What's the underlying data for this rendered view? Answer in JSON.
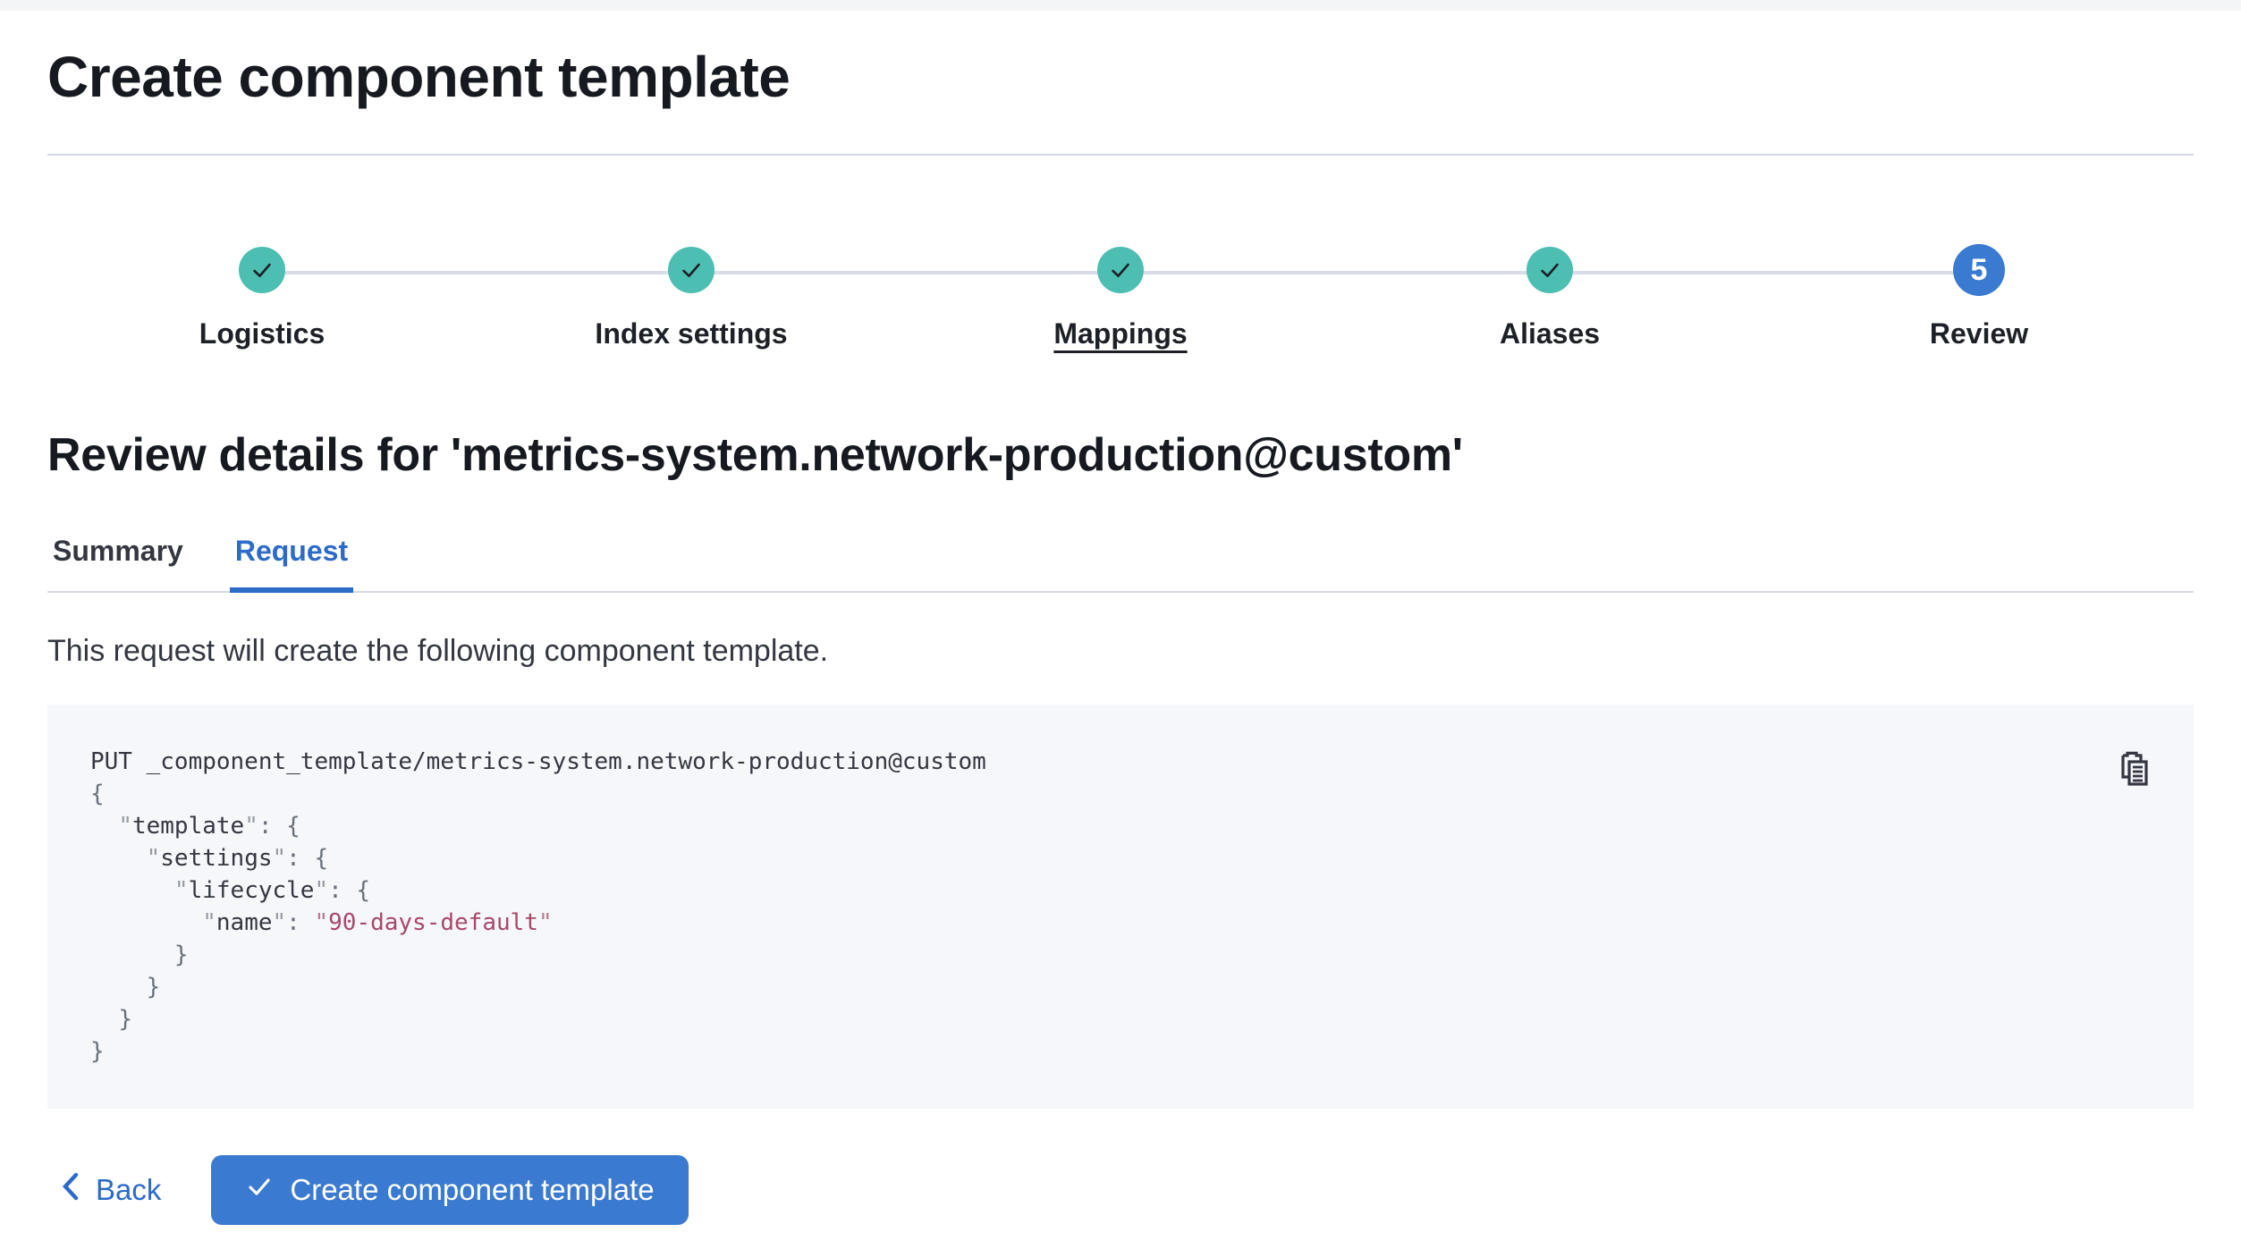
{
  "page": {
    "title": "Create component template"
  },
  "stepper": {
    "steps": [
      {
        "label": "Logistics",
        "state": "complete"
      },
      {
        "label": "Index settings",
        "state": "complete"
      },
      {
        "label": "Mappings",
        "state": "complete",
        "underline": true
      },
      {
        "label": "Aliases",
        "state": "complete"
      },
      {
        "label": "Review",
        "state": "current",
        "number": "5"
      }
    ]
  },
  "review": {
    "heading": "Review details for 'metrics-system.network-production@custom'",
    "tabs": [
      {
        "label": "Summary",
        "active": false
      },
      {
        "label": "Request",
        "active": true
      }
    ],
    "description": "This request will create the following component template."
  },
  "code": {
    "lines": [
      [
        [
          "plain",
          "PUT _component_template/metrics-system.network-production@custom"
        ]
      ],
      [
        [
          "punct",
          "{"
        ]
      ],
      [
        [
          "plain",
          "  "
        ],
        [
          "q",
          "\""
        ],
        [
          "key",
          "template"
        ],
        [
          "q",
          "\""
        ],
        [
          "punct",
          ": {"
        ]
      ],
      [
        [
          "plain",
          "    "
        ],
        [
          "q",
          "\""
        ],
        [
          "key",
          "settings"
        ],
        [
          "q",
          "\""
        ],
        [
          "punct",
          ": {"
        ]
      ],
      [
        [
          "plain",
          "      "
        ],
        [
          "q",
          "\""
        ],
        [
          "key",
          "lifecycle"
        ],
        [
          "q",
          "\""
        ],
        [
          "punct",
          ": {"
        ]
      ],
      [
        [
          "plain",
          "        "
        ],
        [
          "q",
          "\""
        ],
        [
          "key",
          "name"
        ],
        [
          "q",
          "\""
        ],
        [
          "punct",
          ": "
        ],
        [
          "strq",
          "\""
        ],
        [
          "str",
          "90-days-default"
        ],
        [
          "strq",
          "\""
        ]
      ],
      [
        [
          "plain",
          "      "
        ],
        [
          "punct",
          "}"
        ]
      ],
      [
        [
          "plain",
          "    "
        ],
        [
          "punct",
          "}"
        ]
      ],
      [
        [
          "plain",
          "  "
        ],
        [
          "punct",
          "}"
        ]
      ],
      [
        [
          "punct",
          "}"
        ]
      ]
    ]
  },
  "footer": {
    "back_label": "Back",
    "create_label": "Create component template"
  },
  "colors": {
    "step_complete": "#4dbeb2",
    "step_current": "#3a7ad0",
    "primary_button": "#3a7ad0",
    "link_blue": "#2c6bc9",
    "code_background": "#f5f7fa",
    "code_string": "#a9486a",
    "divider": "#d5d9e2"
  }
}
